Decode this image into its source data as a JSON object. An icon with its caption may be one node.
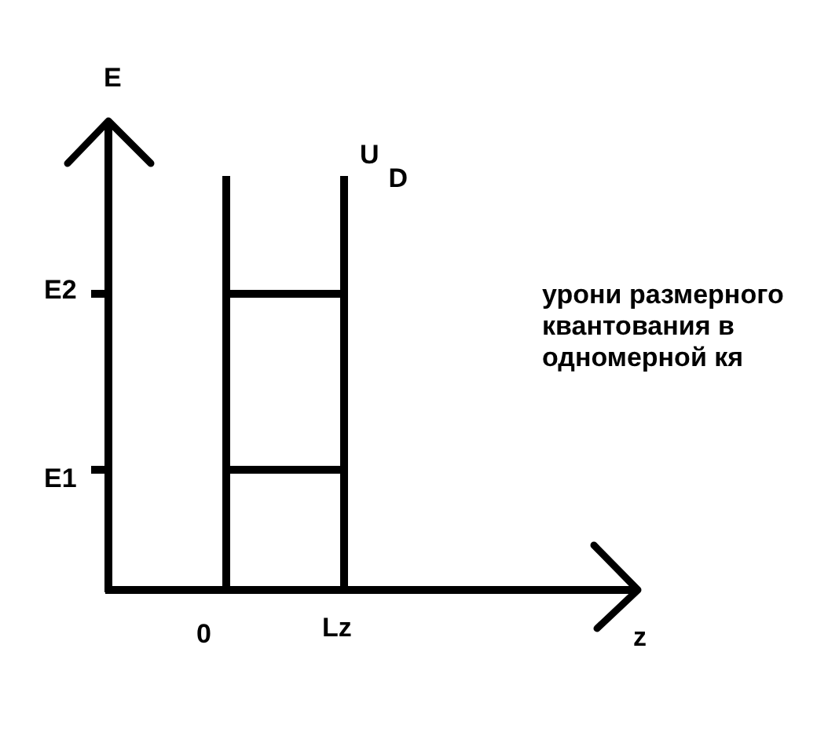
{
  "diagram": {
    "labels": [
      "E",
      "U$_{D}$",
      "E2",
      "урони размерного квантования в одномерной кя",
      "E1",
      "0",
      "Lz",
      "z"
    ]
  }
}
